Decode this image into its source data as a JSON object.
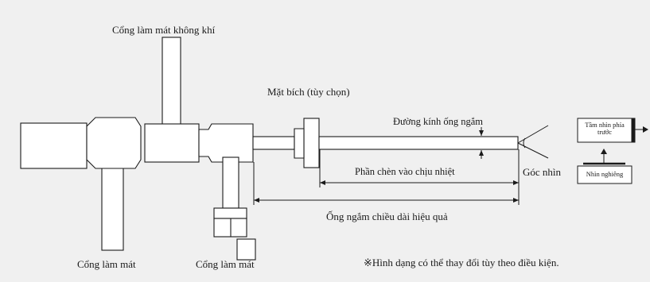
{
  "diagram": {
    "labels": {
      "air_cooling_port": "Cổng làm mát không khí",
      "flange_optional": "Mặt bích (tùy chọn)",
      "tube_diameter": "Đường kính ống ngắm",
      "heat_resistant_insertion": "Phần chèn vào chịu nhiệt",
      "viewing_angle": "Góc nhìn",
      "effective_length": "Ống ngắm chiều dài hiệu quả",
      "cooling_port_left": "Cổng làm mát",
      "cooling_port_right": "Cổng làm mát",
      "note": "※Hình dạng có thể thay đổi tùy theo điều kiện."
    },
    "boxes": {
      "forward_view": "Tầm nhìn phía trước",
      "oblique_view": "Nhìn nghiêng"
    }
  }
}
